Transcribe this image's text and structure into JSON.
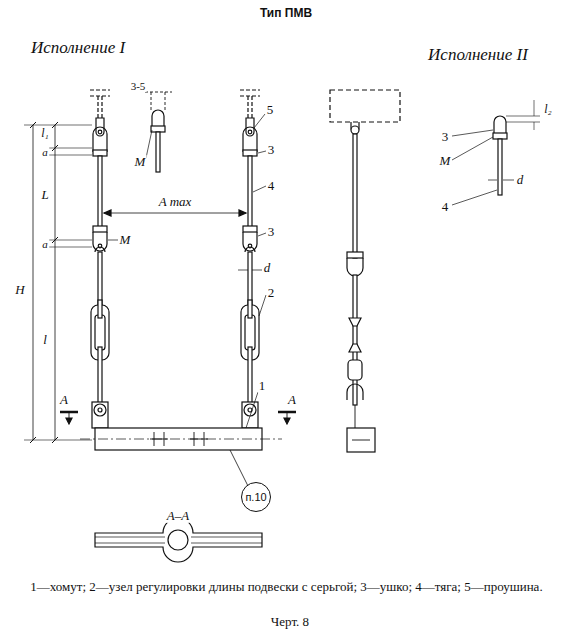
{
  "diagram": {
    "title": "Тип ПМВ",
    "caption": "1—хомут; 2—узел регулировки длины подвески с серьгой; 3—ушко; 4—тяга; 5—проушина.",
    "nodes": [
      {
        "text": [
          "п.10"
        ]
      }
    ],
    "labels": [
      "Исполнение I",
      "Исполнение II",
      "H",
      "l₁",
      "a",
      "L",
      "a",
      "l",
      "3-5",
      "M",
      "A max",
      "M",
      "5",
      "3",
      "4",
      "3",
      "d",
      "2",
      "1",
      "A",
      "A",
      "A–A",
      "3",
      "M",
      "d",
      "4",
      "l₂",
      "Черт. 8"
    ]
  }
}
